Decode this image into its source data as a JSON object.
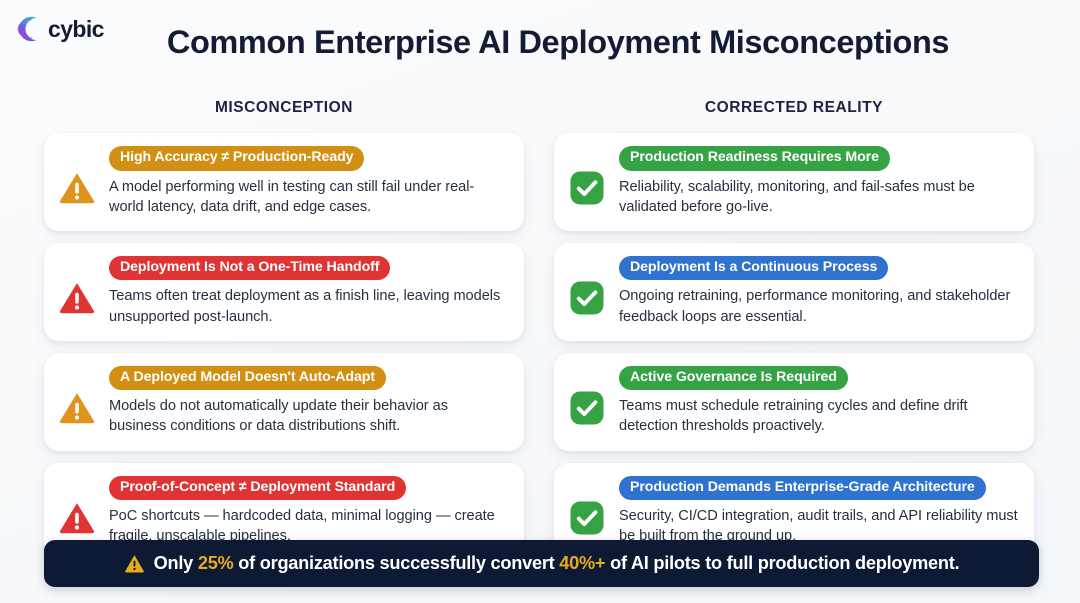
{
  "brand": {
    "name": "cybic",
    "logo_icon": "crescent-arcs-logo-icon",
    "gradient_start": "#c13ad6",
    "gradient_mid": "#6d5ae0",
    "gradient_end": "#2fc6e8"
  },
  "header": {
    "title": "Common Enterprise AI Deployment Misconceptions"
  },
  "columns": {
    "left": "MISCONCEPTION",
    "right": "CORRECTED REALITY"
  },
  "colors": {
    "amber": "#d38f14",
    "red": "#e03434",
    "green": "#35a244",
    "blue": "#2f72cf",
    "navy": "#0e1a33",
    "title": "#141c35",
    "highlight": "#e8ab1e"
  },
  "rows": [
    {
      "misconception": {
        "icon": "warning-triangle-icon",
        "icon_color": "#e0931c",
        "badge_color": "amber",
        "badge": "High Accuracy ≠ Production-Ready",
        "description": "A model performing well in testing can still fail under real-world latency, data drift, and edge cases."
      },
      "reality": {
        "icon": "check-square-icon",
        "icon_color": "#35a244",
        "badge_color": "green",
        "badge": "Production Readiness Requires More",
        "description": "Reliability, scalability, monitoring, and fail-safes must be validated before go-live."
      }
    },
    {
      "misconception": {
        "icon": "warning-triangle-icon",
        "icon_color": "#e03434",
        "badge_color": "red",
        "badge": "Deployment Is Not a One-Time Handoff",
        "description": "Teams often treat deployment as a finish line, leaving models unsupported post-launch."
      },
      "reality": {
        "icon": "check-square-icon",
        "icon_color": "#35a244",
        "badge_color": "blue",
        "badge": "Deployment Is a Continuous Process",
        "description": "Ongoing retraining, performance monitoring, and stakeholder feedback loops are essential."
      }
    },
    {
      "misconception": {
        "icon": "warning-triangle-icon",
        "icon_color": "#e0931c",
        "badge_color": "amber",
        "badge": "A Deployed Model Doesn't Auto-Adapt",
        "description": "Models do not automatically update their behavior as business conditions or data distributions shift."
      },
      "reality": {
        "icon": "check-square-icon",
        "icon_color": "#35a244",
        "badge_color": "green",
        "badge": "Active Governance Is Required",
        "description": "Teams must schedule retraining cycles and define drift detection thresholds proactively."
      }
    },
    {
      "misconception": {
        "icon": "warning-triangle-icon",
        "icon_color": "#e03434",
        "badge_color": "red",
        "badge": "Proof-of-Concept ≠ Deployment Standard",
        "description": "PoC shortcuts — hardcoded data, minimal logging — create fragile, unscalable pipelines."
      },
      "reality": {
        "icon": "check-square-icon",
        "icon_color": "#35a244",
        "badge_color": "blue",
        "badge": "Production Demands Enterprise-Grade Architecture",
        "description": "Security, CI/CD integration, audit trails, and API reliability must be built from the ground up."
      }
    }
  ],
  "footer": {
    "icon": "warning-triangle-icon",
    "part1": "Only ",
    "stat1": "25%",
    "part2": " of organizations successfully convert ",
    "stat2": "40%+",
    "part3": " of AI pilots to full production deployment."
  }
}
